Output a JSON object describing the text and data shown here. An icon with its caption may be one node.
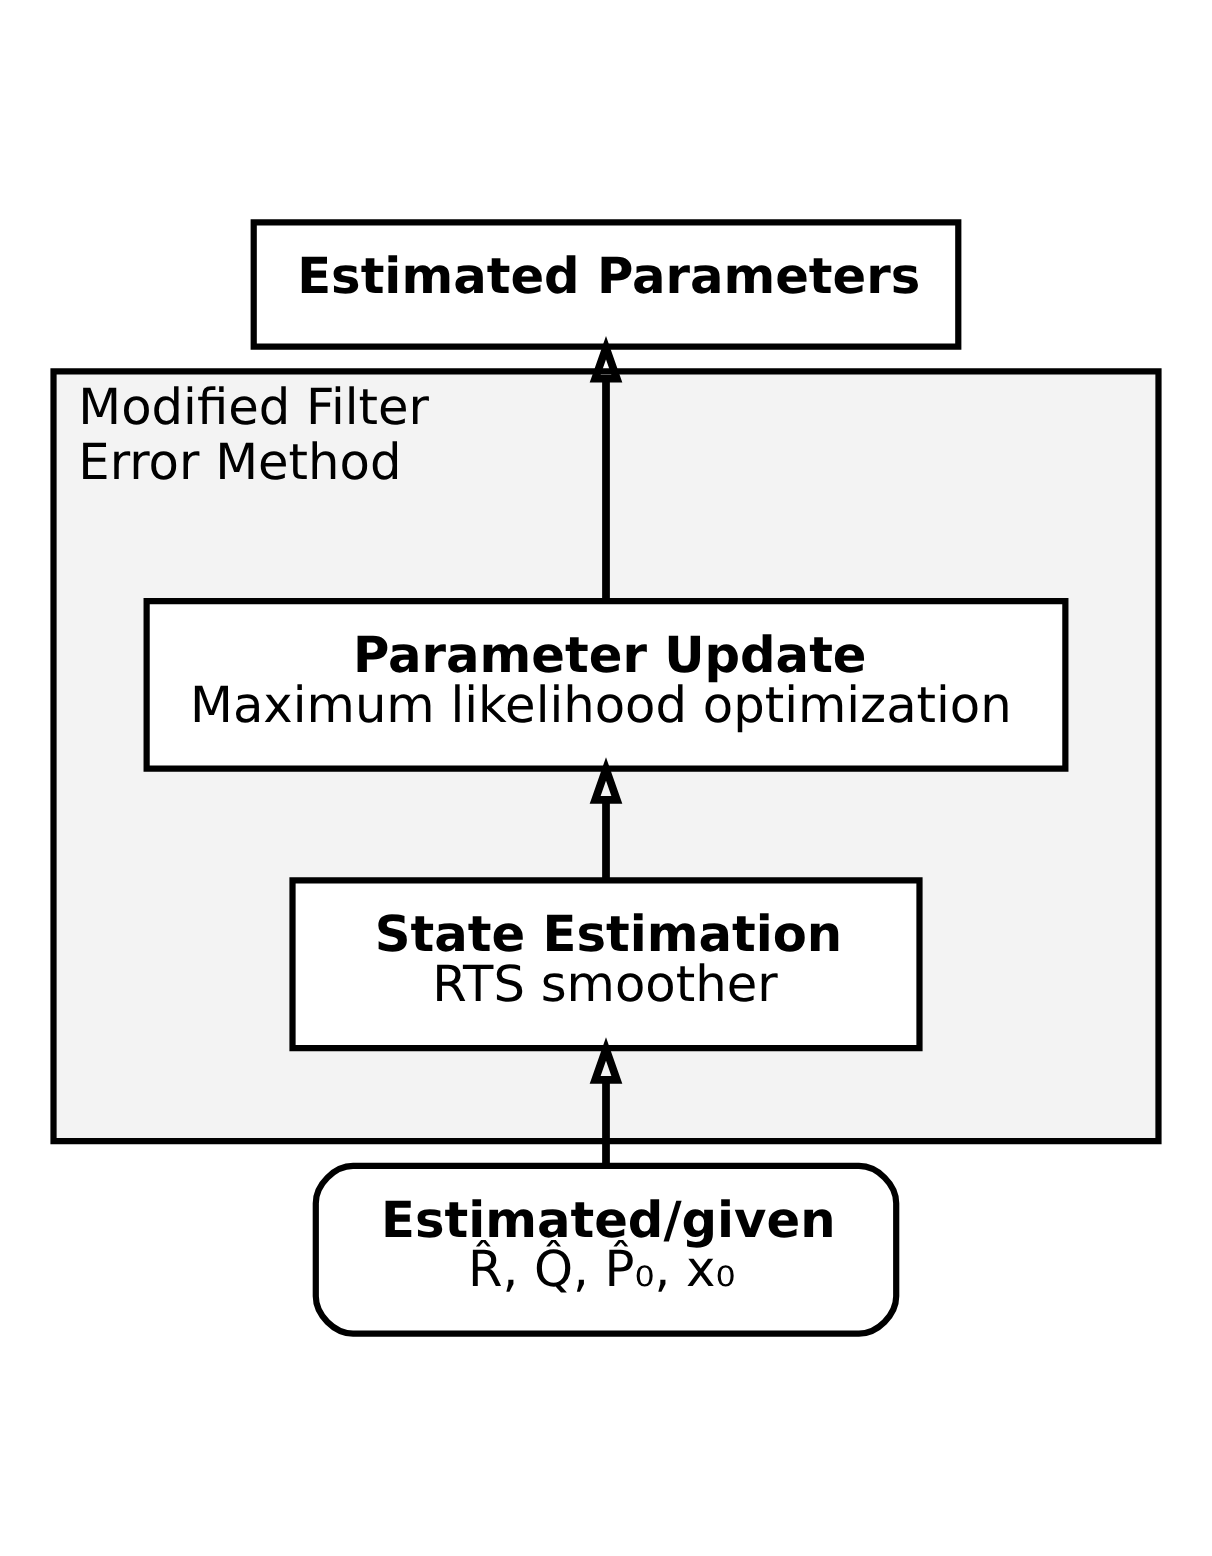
{
  "diagram": {
    "nodes": [
      {
        "text": [
          "Modified Filter Error Method"
        ]
      },
      {
        "text": [
          "Estimated Parameters"
        ]
      },
      {
        "text": [
          "Parameter Update",
          "Maximum likelihood optimization"
        ],
        "in": 0
      },
      {
        "text": [
          "State Estimation",
          "RTS smoother"
        ],
        "in": 0
      },
      {
        "text": [
          "Estimated/given",
          "R̂, Q̂, P̂₀, x₀"
        ]
      }
    ],
    "edges": [
      {
        "from": 4,
        "to": 3,
        "arrow": "to"
      },
      {
        "from": 3,
        "to": 2,
        "arrow": "to"
      },
      {
        "from": 2,
        "to": 1,
        "arrow": "to"
      }
    ]
  }
}
